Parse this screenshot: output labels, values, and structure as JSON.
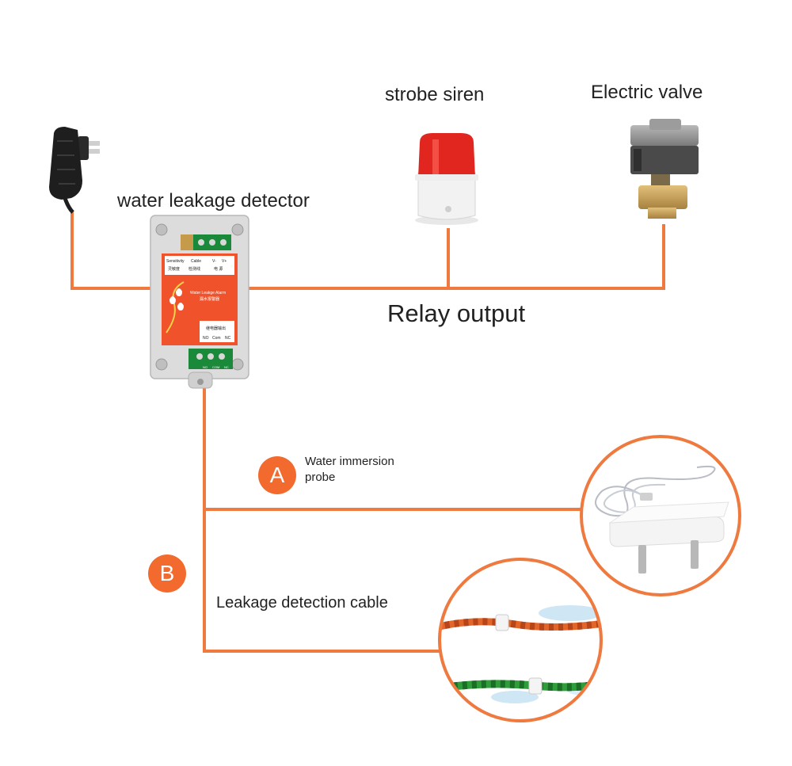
{
  "labels": {
    "strobe_siren": "strobe siren",
    "electric_valve": "Electric valve",
    "water_leakage_detector": "water leakage detector",
    "relay_output": "Relay output",
    "water_immersion_probe_line1": "Water immersion",
    "water_immersion_probe_line2": "probe",
    "leakage_detection_cable": "Leakage detection cable"
  },
  "badges": {
    "a": "A",
    "b": "B"
  },
  "device_panel": {
    "top_left": "Sensitivity",
    "top_mid": "Cable",
    "top_v_minus": "V-",
    "top_v_plus": "V+",
    "top_cn_1": "灵敏度",
    "top_cn_2": "检测线",
    "top_cn_3": "电 源",
    "title": "Water Leakge Alarm",
    "title_cn": "漏水报警器",
    "relay_cn": "继电器输出",
    "relay_no": "NO",
    "relay_com": "Com",
    "relay_nc": "NC",
    "terminal_no": "NO",
    "terminal_com": "COM",
    "terminal_nc": "NC"
  },
  "colors": {
    "wire": "#ef7a3f",
    "badge": "#f26a2e",
    "panel": "#f0522b",
    "siren_red": "#e0261f",
    "terminal_green": "#1a8a3a",
    "cable_green": "#2f9e3a"
  },
  "icons": [
    "power-adapter-icon",
    "strobe-siren-icon",
    "electric-valve-icon",
    "water-probe-icon",
    "leak-cable-icon"
  ]
}
